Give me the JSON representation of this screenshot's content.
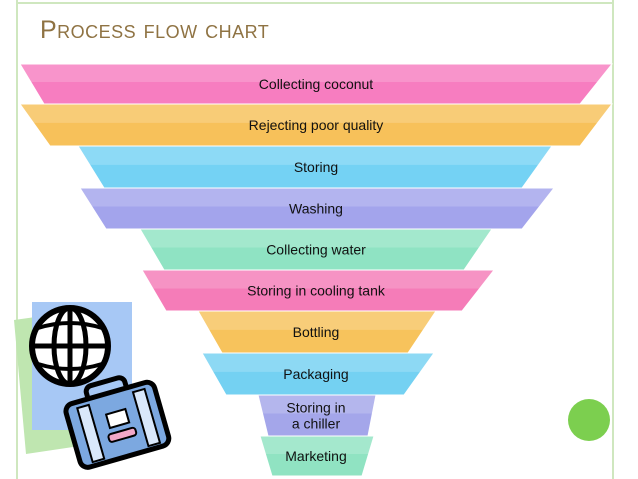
{
  "title": "Process flow chart",
  "steps": [
    {
      "lines": [
        "Collecting coconut"
      ],
      "color": "#f77dc0"
    },
    {
      "lines": [
        "Rejecting poor quality"
      ],
      "color": "#f7c15a"
    },
    {
      "lines": [
        "Storing"
      ],
      "color": "#74d2f4"
    },
    {
      "lines": [
        "Washing"
      ],
      "color": "#a3a4ec"
    },
    {
      "lines": [
        "Collecting water"
      ],
      "color": "#8fe3c3"
    },
    {
      "lines": [
        "Storing in cooling tank"
      ],
      "color": "#f57cb8"
    },
    {
      "lines": [
        "Bottling"
      ],
      "color": "#f7c35c"
    },
    {
      "lines": [
        "Packaging"
      ],
      "color": "#74d1f2"
    },
    {
      "lines": [
        "Storing in",
        "a chiller"
      ],
      "color": "#a4a6ea"
    },
    {
      "lines": [
        "Marketing"
      ],
      "color": "#90e3c2"
    }
  ],
  "colors": {
    "title": "#8f7343",
    "frame": "#cfe7bf",
    "dot": "#7ccf4f",
    "clipart_blue": "#a7c8f5",
    "clipart_green": "#bfe6b0"
  },
  "icons": [
    "globe-icon",
    "briefcase-icon"
  ]
}
